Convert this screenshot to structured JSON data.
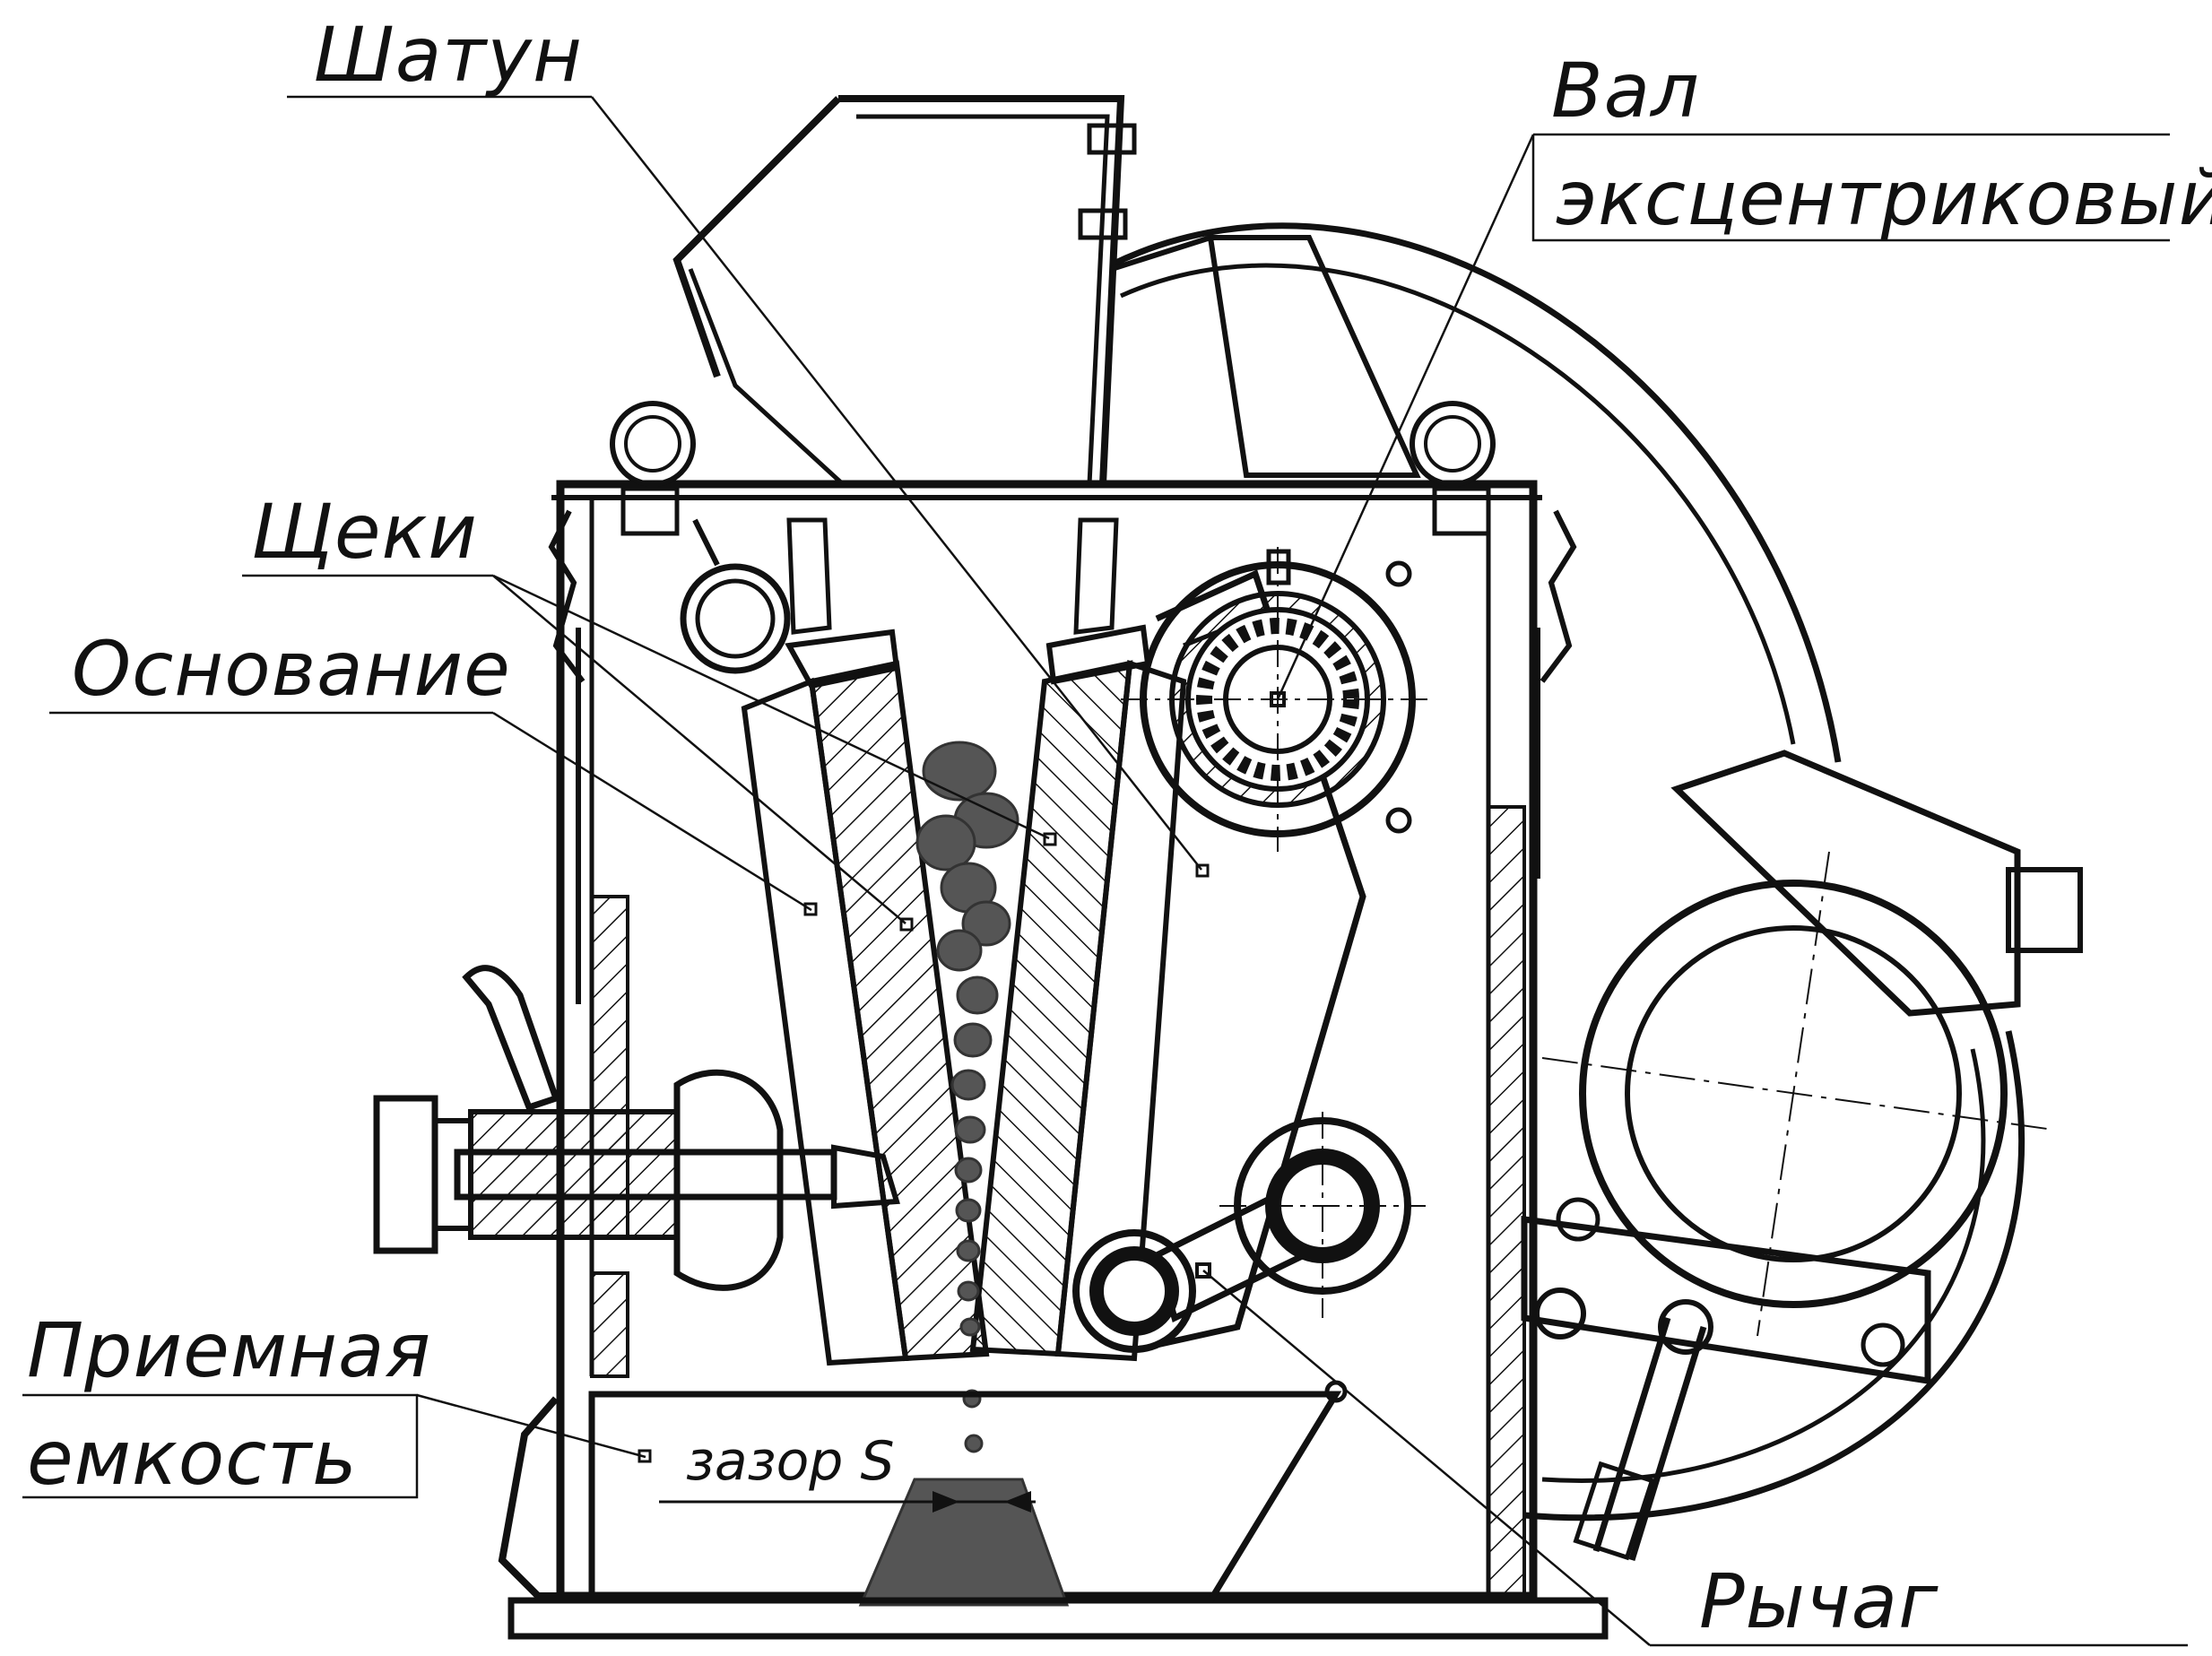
{
  "labels": {
    "shatun": "Шатун",
    "val_line1": "Вал",
    "val_line2": "эксцентриковый",
    "scheki": "Щеки",
    "osnovanie": "Основание",
    "priemnaya_line1": "Приемная",
    "priemnaya_line2": "емкость",
    "zazor": "зазор S",
    "rychag": "Рычаг"
  },
  "colors": {
    "ink": "#111111",
    "material": "#555555",
    "paper": "#ffffff"
  }
}
